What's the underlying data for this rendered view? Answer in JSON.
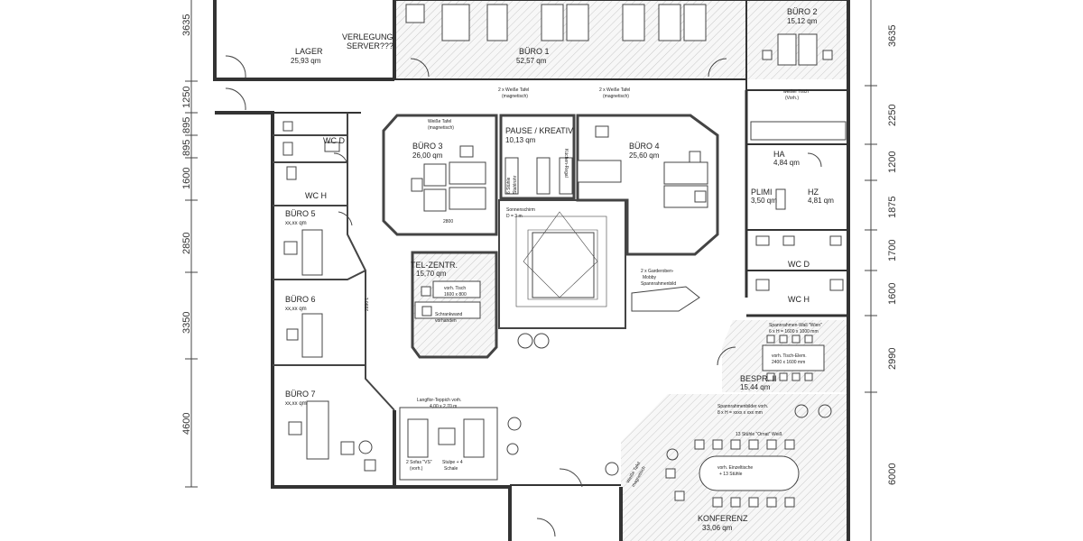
{
  "rooms": {
    "lager": {
      "name": "LAGER",
      "area": "25,93 qm"
    },
    "verlegung": {
      "line1": "VERLEGUNG",
      "line2": "SERVER???"
    },
    "buero1": {
      "name": "BÜRO 1",
      "area": "52,57 qm"
    },
    "buero2": {
      "name": "BÜRO 2",
      "area": "15,12 qm"
    },
    "buero3": {
      "name": "BÜRO 3",
      "area": "26,00 qm"
    },
    "buero4": {
      "name": "BÜRO 4",
      "area": "25,60 qm"
    },
    "buero5": {
      "name": "BÜRO 5",
      "area": "xx,xx qm"
    },
    "buero6": {
      "name": "BÜRO 6",
      "area": "xx,xx qm"
    },
    "buero7": {
      "name": "BÜRO 7",
      "area": "xx,xx qm"
    },
    "pause": {
      "name": "PAUSE / KREATIV",
      "area": "10,13 qm"
    },
    "telzentr": {
      "name": "TEL-ZENTR.",
      "area": "15,70 qm"
    },
    "ha": {
      "name": "HA",
      "area": "4,84 qm"
    },
    "plimi": {
      "name": "PLIMI",
      "area": "3,50 qm"
    },
    "hz": {
      "name": "HZ",
      "area": "4,81 qm"
    },
    "besprii": {
      "name": "BESPR. II",
      "area": "15,44 qm"
    },
    "konferenz": {
      "name": "KONFERENZ",
      "area": "33,06 qm"
    },
    "wcd_left": {
      "name": "WC D"
    },
    "wch_left": {
      "name": "WC H"
    },
    "wcd_right": {
      "name": "WC D"
    },
    "wch_right": {
      "name": "WC H"
    }
  },
  "notes": {
    "tafel_left": {
      "line1": "2 x Weiße Tafel",
      "line2": "(magnetisch)"
    },
    "tafel_right": {
      "line1": "2 x Weiße Tafel",
      "line2": "(magnetisch)"
    },
    "tafel_b3": {
      "line1": "Weiße Tafel",
      "line2": "(magnetisch)"
    },
    "weisser_tisch": {
      "line1": "weißer Tisch",
      "line2": "(Vorh.)"
    },
    "sonnenschirm": {
      "line1": "Sonnenschirm",
      "line2": "D = 3 m"
    },
    "garderobe": {
      "line1": "2 x Garderoben-",
      "line2": "Mobby",
      "line3": "Spannrahmenbild"
    },
    "langflor": {
      "line1": "Langflor-Teppich vorh.",
      "line2": "4,00 x 2,70 m"
    },
    "sofas": {
      "line1": "2 Sofas \"VS\"",
      "line2": "(vorh.)"
    },
    "stulpe": {
      "line1": "Stulpe + 4",
      "line2": "Schale"
    },
    "spann_b2": {
      "line1": "Spannrahmen-Wall \"Wien\"",
      "line2": "6 x H = 1600 x 1000 mm"
    },
    "vorh_tisch": {
      "line1": "vorh. Tisch-Elem.",
      "line2": "2400 x 1600 mm"
    },
    "spann_konf": {
      "line1": "Spannrahmenbilder vorh.",
      "line2": "8 x H = xxxx x xxx mm"
    },
    "stuehle": {
      "text": "13 Stühle \"Ornat\" Weiß"
    },
    "tisch_konf": {
      "line1": "vorh. Einzeltische",
      "line2": "+ 13 Stühle"
    },
    "tafel_konf": {
      "line1": "Weiße Tafel",
      "line2": "magnetisch"
    },
    "tisch_tel": {
      "line1": "vorh. Tisch",
      "line2": "1600 x 800"
    },
    "schrank_tel": {
      "line1": "Schrankwand",
      "line2": "vorhanden"
    },
    "stuehle_pause": {
      "line1": "6 Stühle",
      "line2": "Stahlrohr"
    },
    "kuche": {
      "text": "Küchen-Regal"
    },
    "dim_2800": {
      "text": "2800"
    },
    "dim_2890": {
      "text": "2890 L"
    }
  },
  "dims_left": [
    "3635",
    "1250",
    "895",
    "895",
    "1600",
    "2850",
    "3350",
    "4600"
  ],
  "dims_right": [
    "3635",
    "2250",
    "1200",
    "1875",
    "1700",
    "1600",
    "2990",
    "6000"
  ]
}
